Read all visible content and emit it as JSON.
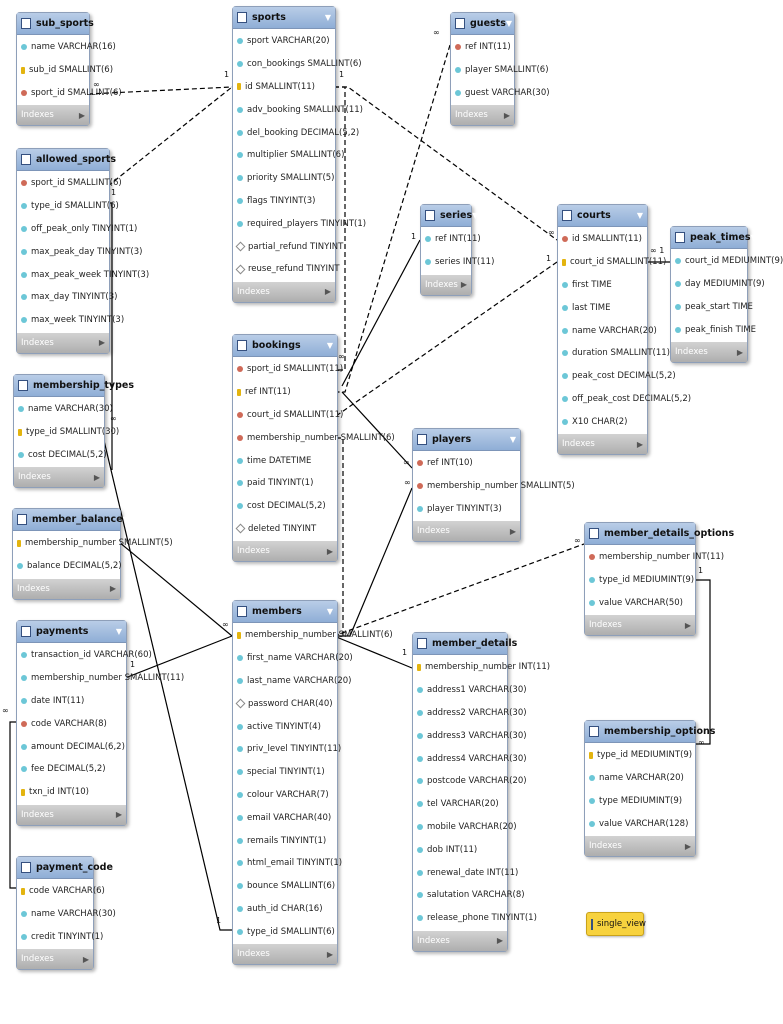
{
  "tables": [
    {
      "id": "sub_sports",
      "name": "sub_sports",
      "footer": "Indexes",
      "columns": [
        {
          "text": "name VARCHAR(16)",
          "kind": "col"
        },
        {
          "text": "sub_id SMALLINT(6)",
          "kind": "pk"
        },
        {
          "text": "sport_id SMALLINT(6)",
          "kind": "fk"
        }
      ]
    },
    {
      "id": "allowed_sports",
      "name": "allowed_sports",
      "footer": "Indexes",
      "columns": [
        {
          "text": "sport_id SMALLINT(6)",
          "kind": "fk"
        },
        {
          "text": "type_id SMALLINT(6)",
          "kind": "col"
        },
        {
          "text": "off_peak_only TINYINT(1)",
          "kind": "col"
        },
        {
          "text": "max_peak_day TINYINT(3)",
          "kind": "col"
        },
        {
          "text": "max_peak_week TINYINT(3)",
          "kind": "col"
        },
        {
          "text": "max_day TINYINT(3)",
          "kind": "col"
        },
        {
          "text": "max_week TINYINT(3)",
          "kind": "col"
        }
      ]
    },
    {
      "id": "membership_types",
      "name": "membership_types",
      "footer": "Indexes",
      "columns": [
        {
          "text": "name VARCHAR(30)",
          "kind": "col"
        },
        {
          "text": "type_id SMALLINT(30)",
          "kind": "pk"
        },
        {
          "text": "cost DECIMAL(5,2)",
          "kind": "col"
        }
      ]
    },
    {
      "id": "member_balance",
      "name": "member_balance",
      "footer": "Indexes",
      "columns": [
        {
          "text": "membership_number SMALLINT(5)",
          "kind": "pk"
        },
        {
          "text": "balance DECIMAL(5,2)",
          "kind": "col"
        }
      ]
    },
    {
      "id": "payments",
      "name": "payments",
      "footer": "Indexes",
      "columns": [
        {
          "text": "transaction_id VARCHAR(60)",
          "kind": "col"
        },
        {
          "text": "membership_number SMALLINT(11)",
          "kind": "col"
        },
        {
          "text": "date INT(11)",
          "kind": "col"
        },
        {
          "text": "code VARCHAR(8)",
          "kind": "fk"
        },
        {
          "text": "amount DECIMAL(6,2)",
          "kind": "col"
        },
        {
          "text": "fee DECIMAL(5,2)",
          "kind": "col"
        },
        {
          "text": "txn_id INT(10)",
          "kind": "pk"
        }
      ]
    },
    {
      "id": "payment_code",
      "name": "payment_code",
      "footer": "Indexes",
      "columns": [
        {
          "text": "code VARCHAR(6)",
          "kind": "pk"
        },
        {
          "text": "name VARCHAR(30)",
          "kind": "col"
        },
        {
          "text": "credit TINYINT(1)",
          "kind": "col"
        }
      ]
    },
    {
      "id": "sports",
      "name": "sports",
      "footer": "Indexes",
      "columns": [
        {
          "text": "sport VARCHAR(20)",
          "kind": "col"
        },
        {
          "text": "con_bookings SMALLINT(6)",
          "kind": "col"
        },
        {
          "text": "id SMALLINT(11)",
          "kind": "pk"
        },
        {
          "text": "adv_booking SMALLINT(11)",
          "kind": "col"
        },
        {
          "text": "del_booking DECIMAL(5,2)",
          "kind": "col"
        },
        {
          "text": "multiplier SMALLINT(6)",
          "kind": "col"
        },
        {
          "text": "priority SMALLINT(5)",
          "kind": "col"
        },
        {
          "text": "flags TINYINT(3)",
          "kind": "col"
        },
        {
          "text": "required_players TINYINT(1)",
          "kind": "col"
        },
        {
          "text": "partial_refund TINYINT",
          "kind": "nn"
        },
        {
          "text": "reuse_refund TINYINT",
          "kind": "nn"
        }
      ]
    },
    {
      "id": "bookings",
      "name": "bookings",
      "footer": "Indexes",
      "columns": [
        {
          "text": "sport_id SMALLINT(11)",
          "kind": "fk"
        },
        {
          "text": "ref INT(11)",
          "kind": "pk"
        },
        {
          "text": "court_id SMALLINT(11)",
          "kind": "fk"
        },
        {
          "text": "membership_number SMALLINT(6)",
          "kind": "fk"
        },
        {
          "text": "time DATETIME",
          "kind": "col"
        },
        {
          "text": "paid TINYINT(1)",
          "kind": "col"
        },
        {
          "text": "cost DECIMAL(5,2)",
          "kind": "col"
        },
        {
          "text": "deleted TINYINT",
          "kind": "nn"
        }
      ]
    },
    {
      "id": "members",
      "name": "members",
      "footer": "Indexes",
      "columns": [
        {
          "text": "membership_number SMALLINT(6)",
          "kind": "pk"
        },
        {
          "text": "first_name VARCHAR(20)",
          "kind": "col"
        },
        {
          "text": "last_name VARCHAR(20)",
          "kind": "col"
        },
        {
          "text": "password CHAR(40)",
          "kind": "nn"
        },
        {
          "text": "active TINYINT(4)",
          "kind": "col"
        },
        {
          "text": "priv_level TINYINT(11)",
          "kind": "col"
        },
        {
          "text": "special TINYINT(1)",
          "kind": "col"
        },
        {
          "text": "colour VARCHAR(7)",
          "kind": "col"
        },
        {
          "text": "email VARCHAR(40)",
          "kind": "col"
        },
        {
          "text": "remails TINYINT(1)",
          "kind": "col"
        },
        {
          "text": "html_email TINYINT(1)",
          "kind": "col"
        },
        {
          "text": "bounce SMALLINT(6)",
          "kind": "col"
        },
        {
          "text": "auth_id CHAR(16)",
          "kind": "col"
        },
        {
          "text": "type_id SMALLINT(6)",
          "kind": "col"
        }
      ]
    },
    {
      "id": "guests",
      "name": "guests",
      "footer": "Indexes",
      "columns": [
        {
          "text": "ref INT(11)",
          "kind": "fk"
        },
        {
          "text": "player SMALLINT(6)",
          "kind": "col"
        },
        {
          "text": "guest VARCHAR(30)",
          "kind": "col"
        }
      ]
    },
    {
      "id": "series",
      "name": "series",
      "footer": "Indexes",
      "columns": [
        {
          "text": "ref INT(11)",
          "kind": "col"
        },
        {
          "text": "series INT(11)",
          "kind": "col"
        }
      ]
    },
    {
      "id": "players",
      "name": "players",
      "footer": "Indexes",
      "columns": [
        {
          "text": "ref INT(10)",
          "kind": "fk"
        },
        {
          "text": "membership_number SMALLINT(5)",
          "kind": "fk"
        },
        {
          "text": "player TINYINT(3)",
          "kind": "col"
        }
      ]
    },
    {
      "id": "member_details",
      "name": "member_details",
      "footer": "Indexes",
      "columns": [
        {
          "text": "membership_number INT(11)",
          "kind": "pk"
        },
        {
          "text": "address1 VARCHAR(30)",
          "kind": "col"
        },
        {
          "text": "address2 VARCHAR(30)",
          "kind": "col"
        },
        {
          "text": "address3 VARCHAR(30)",
          "kind": "col"
        },
        {
          "text": "address4 VARCHAR(30)",
          "kind": "col"
        },
        {
          "text": "postcode VARCHAR(20)",
          "kind": "col"
        },
        {
          "text": "tel VARCHAR(20)",
          "kind": "col"
        },
        {
          "text": "mobile VARCHAR(20)",
          "kind": "col"
        },
        {
          "text": "dob INT(11)",
          "kind": "col"
        },
        {
          "text": "renewal_date INT(11)",
          "kind": "col"
        },
        {
          "text": "salutation VARCHAR(8)",
          "kind": "col"
        },
        {
          "text": "release_phone TINYINT(1)",
          "kind": "col"
        }
      ]
    },
    {
      "id": "courts",
      "name": "courts",
      "footer": "Indexes",
      "columns": [
        {
          "text": "id SMALLINT(11)",
          "kind": "fk"
        },
        {
          "text": "court_id SMALLINT(11)",
          "kind": "pk"
        },
        {
          "text": "first TIME",
          "kind": "col"
        },
        {
          "text": "last TIME",
          "kind": "col"
        },
        {
          "text": "name VARCHAR(20)",
          "kind": "col"
        },
        {
          "text": "duration SMALLINT(11)",
          "kind": "col"
        },
        {
          "text": "peak_cost DECIMAL(5,2)",
          "kind": "col"
        },
        {
          "text": "off_peak_cost DECIMAL(5,2)",
          "kind": "col"
        },
        {
          "text": "X10 CHAR(2)",
          "kind": "col"
        }
      ]
    },
    {
      "id": "peak_times",
      "name": "peak_times",
      "footer": "Indexes",
      "columns": [
        {
          "text": "court_id MEDIUMINT(9)",
          "kind": "col"
        },
        {
          "text": "day MEDIUMINT(9)",
          "kind": "col"
        },
        {
          "text": "peak_start TIME",
          "kind": "col"
        },
        {
          "text": "peak_finish TIME",
          "kind": "col"
        }
      ]
    },
    {
      "id": "member_details_options",
      "name": "member_details_options",
      "footer": "Indexes",
      "columns": [
        {
          "text": "membership_number INT(11)",
          "kind": "fk"
        },
        {
          "text": "type_id MEDIUMINT(9)",
          "kind": "col"
        },
        {
          "text": "value VARCHAR(50)",
          "kind": "col"
        }
      ]
    },
    {
      "id": "membership_options",
      "name": "membership_options",
      "footer": "Indexes",
      "columns": [
        {
          "text": "type_id MEDIUMINT(9)",
          "kind": "pk"
        },
        {
          "text": "name VARCHAR(20)",
          "kind": "col"
        },
        {
          "text": "type MEDIUMINT(9)",
          "kind": "col"
        },
        {
          "text": "value VARCHAR(128)",
          "kind": "col"
        }
      ]
    }
  ],
  "view": {
    "name": "single_view"
  },
  "relationships": [
    {
      "from": "sub_sports",
      "to": "sports",
      "style": "dashed",
      "from_card": "∞",
      "to_card": "1"
    },
    {
      "from": "allowed_sports",
      "to": "sports",
      "style": "dashed",
      "from_card": "",
      "to_card": "1"
    },
    {
      "from": "allowed_sports",
      "to": "membership_types",
      "style": "solid",
      "from_card": "1",
      "to_card": "∞"
    },
    {
      "from": "bookings",
      "to": "sports",
      "style": "dashed",
      "from_card": "∞",
      "to_card": "1"
    },
    {
      "from": "guests",
      "to": "bookings",
      "style": "dashed",
      "from_card": "∞",
      "to_card": ""
    },
    {
      "from": "series",
      "to": "bookings",
      "style": "solid",
      "from_card": "1",
      "to_card": ""
    },
    {
      "from": "players",
      "to": "bookings",
      "style": "solid",
      "from_card": "∞",
      "to_card": ""
    },
    {
      "from": "courts",
      "to": "bookings",
      "style": "dashed",
      "from_card": "1",
      "to_card": "∞"
    },
    {
      "from": "sports",
      "to": "courts",
      "style": "dashed",
      "from_card": "",
      "to_card": "∞"
    },
    {
      "from": "peak_times",
      "to": "courts",
      "style": "solid",
      "from_card": "∞ 1",
      "to_card": ""
    },
    {
      "from": "members",
      "to": "players",
      "style": "solid",
      "from_card": "",
      "to_card": "∞"
    },
    {
      "from": "members",
      "to": "member_details",
      "style": "solid",
      "from_card": "1",
      "to_card": ""
    },
    {
      "from": "members",
      "to": "member_details_options",
      "style": "dashed",
      "from_card": "",
      "to_card": "∞"
    },
    {
      "from": "members",
      "to": "bookings",
      "style": "dashed",
      "from_card": "",
      "to_card": "∞"
    },
    {
      "from": "member_balance",
      "to": "members",
      "style": "solid",
      "from_card": "",
      "to_card": "∞"
    },
    {
      "from": "payments",
      "to": "members",
      "style": "solid",
      "from_card": "1",
      "to_card": ""
    },
    {
      "from": "payment_code",
      "to": "payments",
      "style": "solid",
      "from_card": "",
      "to_card": "∞"
    },
    {
      "from": "membership_options",
      "to": "member_details_options",
      "style": "solid",
      "from_card": "∞",
      "to_card": "1"
    },
    {
      "from": "membership_types",
      "to": "members",
      "style": "solid",
      "from_card": "",
      "to_card": "1"
    }
  ],
  "colors": {
    "header": "#9bb6dc",
    "footer": "#bcbcbc",
    "pk": "#e3b40f",
    "fk": "#cf6a58",
    "column": "#6cc7d7",
    "view": "#f7d23e"
  }
}
